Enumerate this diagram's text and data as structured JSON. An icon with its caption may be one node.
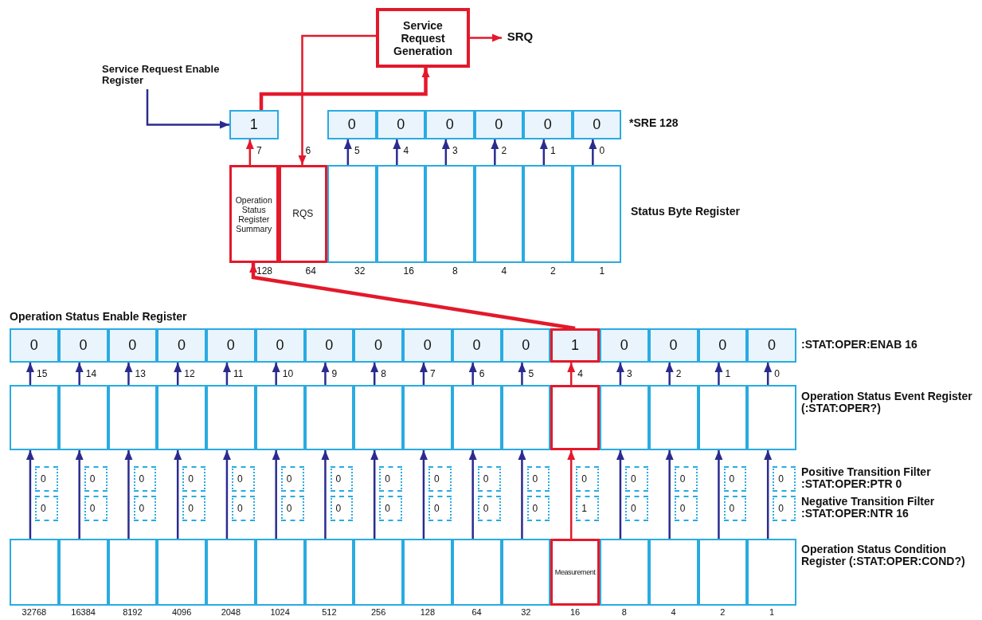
{
  "diagram": {
    "nodes": [
      {
        "text": [
          "Service Request Generation"
        ]
      },
      {
        "text": [
          "SRQ"
        ]
      },
      {
        "text": [
          "Service Request Enable Register"
        ]
      },
      {
        "text": [
          "1"
        ]
      },
      {
        "text": [
          "0"
        ]
      },
      {
        "text": [
          "0"
        ]
      },
      {
        "text": [
          "0"
        ]
      },
      {
        "text": [
          "0"
        ]
      },
      {
        "text": [
          "0"
        ]
      },
      {
        "text": [
          "0"
        ]
      },
      {
        "text": [
          "Operation Status Register Summary"
        ]
      },
      {
        "text": [
          "RQS"
        ]
      },
      {
        "text": [],
        "shape": "box"
      },
      {
        "text": [],
        "shape": "box"
      },
      {
        "text": [],
        "shape": "box"
      },
      {
        "text": [],
        "shape": "box"
      },
      {
        "text": [],
        "shape": "box"
      },
      {
        "text": [],
        "shape": "box"
      },
      {
        "text": [
          "0"
        ]
      },
      {
        "text": [
          "0"
        ]
      },
      {
        "text": [
          "0"
        ]
      },
      {
        "text": [
          "0"
        ]
      },
      {
        "text": [
          "0"
        ]
      },
      {
        "text": [
          "0"
        ]
      },
      {
        "text": [
          "0"
        ]
      },
      {
        "text": [
          "0"
        ]
      },
      {
        "text": [
          "0"
        ]
      },
      {
        "text": [
          "0"
        ]
      },
      {
        "text": [
          "0"
        ]
      },
      {
        "text": [
          "1"
        ]
      },
      {
        "text": [
          "0"
        ]
      },
      {
        "text": [
          "0"
        ]
      },
      {
        "text": [
          "0"
        ]
      },
      {
        "text": [
          "0"
        ]
      },
      {
        "text": [],
        "shape": "box"
      },
      {
        "text": [],
        "shape": "box"
      },
      {
        "text": [],
        "shape": "box"
      },
      {
        "text": [],
        "shape": "box"
      },
      {
        "text": [],
        "shape": "box"
      },
      {
        "text": [],
        "shape": "box"
      },
      {
        "text": [],
        "shape": "box"
      },
      {
        "text": [],
        "shape": "box"
      },
      {
        "text": [],
        "shape": "box"
      },
      {
        "text": [],
        "shape": "box"
      },
      {
        "text": [],
        "shape": "box"
      },
      {
        "text": [],
        "shape": "box"
      },
      {
        "text": [],
        "shape": "box"
      },
      {
        "text": [],
        "shape": "box"
      },
      {
        "text": [],
        "shape": "box"
      },
      {
        "text": [],
        "shape": "box"
      },
      {
        "text": [
          "0"
        ]
      },
      {
        "text": [
          "0"
        ]
      },
      {
        "text": [
          "0"
        ]
      },
      {
        "text": [
          "0"
        ]
      },
      {
        "text": [
          "0"
        ]
      },
      {
        "text": [
          "0"
        ]
      },
      {
        "text": [
          "0"
        ]
      },
      {
        "text": [
          "0"
        ]
      },
      {
        "text": [
          "0"
        ]
      },
      {
        "text": [
          "0"
        ]
      },
      {
        "text": [
          "0"
        ]
      },
      {
        "text": [
          "0"
        ]
      },
      {
        "text": [
          "0"
        ]
      },
      {
        "text": [
          "0"
        ]
      },
      {
        "text": [
          "0"
        ]
      },
      {
        "text": [
          "0"
        ]
      },
      {
        "text": [
          "0"
        ]
      },
      {
        "text": [
          "0"
        ]
      },
      {
        "text": [
          "0"
        ]
      },
      {
        "text": [
          "0"
        ]
      },
      {
        "text": [
          "0"
        ]
      },
      {
        "text": [
          "0"
        ]
      },
      {
        "text": [
          "0"
        ]
      },
      {
        "text": [
          "0"
        ]
      },
      {
        "text": [
          "0"
        ]
      },
      {
        "text": [
          "0"
        ]
      },
      {
        "text": [
          "0"
        ]
      },
      {
        "text": [
          "1"
        ]
      },
      {
        "text": [
          "0"
        ]
      },
      {
        "text": [
          "0"
        ]
      },
      {
        "text": [
          "0"
        ]
      },
      {
        "text": [
          "0"
        ]
      },
      {
        "text": [],
        "shape": "box"
      },
      {
        "text": [],
        "shape": "box"
      },
      {
        "text": [],
        "shape": "box"
      },
      {
        "text": [],
        "shape": "box"
      },
      {
        "text": [],
        "shape": "box"
      },
      {
        "text": [],
        "shape": "box"
      },
      {
        "text": [],
        "shape": "box"
      },
      {
        "text": [],
        "shape": "box"
      },
      {
        "text": [],
        "shape": "box"
      },
      {
        "text": [],
        "shape": "box"
      },
      {
        "text": [],
        "shape": "box"
      },
      {
        "text": [
          "Measurement"
        ]
      },
      {
        "text": [],
        "shape": "box"
      },
      {
        "text": [],
        "shape": "box"
      },
      {
        "text": [],
        "shape": "box"
      },
      {
        "text": [],
        "shape": "box"
      }
    ],
    "edges": [
      {
        "from": 0,
        "to": 1,
        "arrow": "to",
        "color": "#e3192b"
      },
      {
        "from": 2,
        "to": 3,
        "arrow": "to"
      },
      {
        "from": 3,
        "to": 0,
        "arrow": "to",
        "style": "thick",
        "color": "#e3192b"
      },
      {
        "from": 0,
        "to": 11,
        "arrow": "to",
        "color": "#e3192b"
      },
      {
        "from": 10,
        "to": 3,
        "arrow": "to",
        "color": "#e3192b"
      },
      {
        "from": 12,
        "to": 4,
        "arrow": "to"
      },
      {
        "from": 13,
        "to": 5,
        "arrow": "to"
      },
      {
        "from": 14,
        "to": 6,
        "arrow": "to"
      },
      {
        "from": 15,
        "to": 7,
        "arrow": "to"
      },
      {
        "from": 16,
        "to": 8,
        "arrow": "to"
      },
      {
        "from": 17,
        "to": 9,
        "arrow": "to"
      },
      {
        "from": 29,
        "to": 10,
        "arrow": "to",
        "style": "thick",
        "color": "#e3192b"
      },
      {
        "from": 34,
        "to": 18,
        "arrow": "to"
      },
      {
        "from": 35,
        "to": 19,
        "arrow": "to"
      },
      {
        "from": 36,
        "to": 20,
        "arrow": "to"
      },
      {
        "from": 37,
        "to": 21,
        "arrow": "to"
      },
      {
        "from": 38,
        "to": 22,
        "arrow": "to"
      },
      {
        "from": 39,
        "to": 23,
        "arrow": "to"
      },
      {
        "from": 40,
        "to": 24,
        "arrow": "to"
      },
      {
        "from": 41,
        "to": 25,
        "arrow": "to"
      },
      {
        "from": 42,
        "to": 26,
        "arrow": "to"
      },
      {
        "from": 43,
        "to": 27,
        "arrow": "to"
      },
      {
        "from": 44,
        "to": 28,
        "arrow": "to"
      },
      {
        "from": 45,
        "to": 29,
        "arrow": "to",
        "color": "#e3192b"
      },
      {
        "from": 46,
        "to": 30,
        "arrow": "to"
      },
      {
        "from": 47,
        "to": 31,
        "arrow": "to"
      },
      {
        "from": 48,
        "to": 32,
        "arrow": "to"
      },
      {
        "from": 49,
        "to": 33,
        "arrow": "to"
      },
      {
        "from": 82,
        "to": 34,
        "arrow": "to"
      },
      {
        "from": 83,
        "to": 35,
        "arrow": "to"
      },
      {
        "from": 84,
        "to": 36,
        "arrow": "to"
      },
      {
        "from": 85,
        "to": 37,
        "arrow": "to"
      },
      {
        "from": 86,
        "to": 38,
        "arrow": "to"
      },
      {
        "from": 87,
        "to": 39,
        "arrow": "to"
      },
      {
        "from": 88,
        "to": 40,
        "arrow": "to"
      },
      {
        "from": 89,
        "to": 41,
        "arrow": "to"
      },
      {
        "from": 90,
        "to": 42,
        "arrow": "to"
      },
      {
        "from": 91,
        "to": 43,
        "arrow": "to"
      },
      {
        "from": 92,
        "to": 44,
        "arrow": "to"
      },
      {
        "from": 93,
        "to": 45,
        "arrow": "to",
        "color": "#e3192b"
      },
      {
        "from": 94,
        "to": 46,
        "arrow": "to"
      },
      {
        "from": 95,
        "to": 47,
        "arrow": "to"
      },
      {
        "from": 96,
        "to": 48,
        "arrow": "to"
      },
      {
        "from": 97,
        "to": 49,
        "arrow": "to"
      }
    ],
    "labels": [
      "*SRE 128",
      "7",
      "6",
      "5",
      "4",
      "3",
      "2",
      "1",
      "0",
      "Status Byte Register",
      "128",
      "64",
      "32",
      "16",
      "8",
      "4",
      "2",
      "1",
      "Operation Status Enable Register",
      ":STAT:OPER:ENAB 16",
      "15",
      "14",
      "13",
      "12",
      "11",
      "10",
      "9",
      "8",
      "7",
      "6",
      "5",
      "4",
      "3",
      "2",
      "1",
      "0",
      "Operation Status Event Register (:STAT:OPER?)",
      "Positive Transition Filter :STAT:OPER:PTR 0",
      "Negative Transition Filter :STAT:OPER:NTR 16",
      "Operation Status Condition Register (:STAT:OPER:COND?)",
      "32768",
      "16384",
      "8192",
      "4096",
      "2048",
      "1024",
      "512",
      "256",
      "128",
      "64",
      "32",
      "16",
      "8",
      "4",
      "2",
      "1"
    ]
  }
}
